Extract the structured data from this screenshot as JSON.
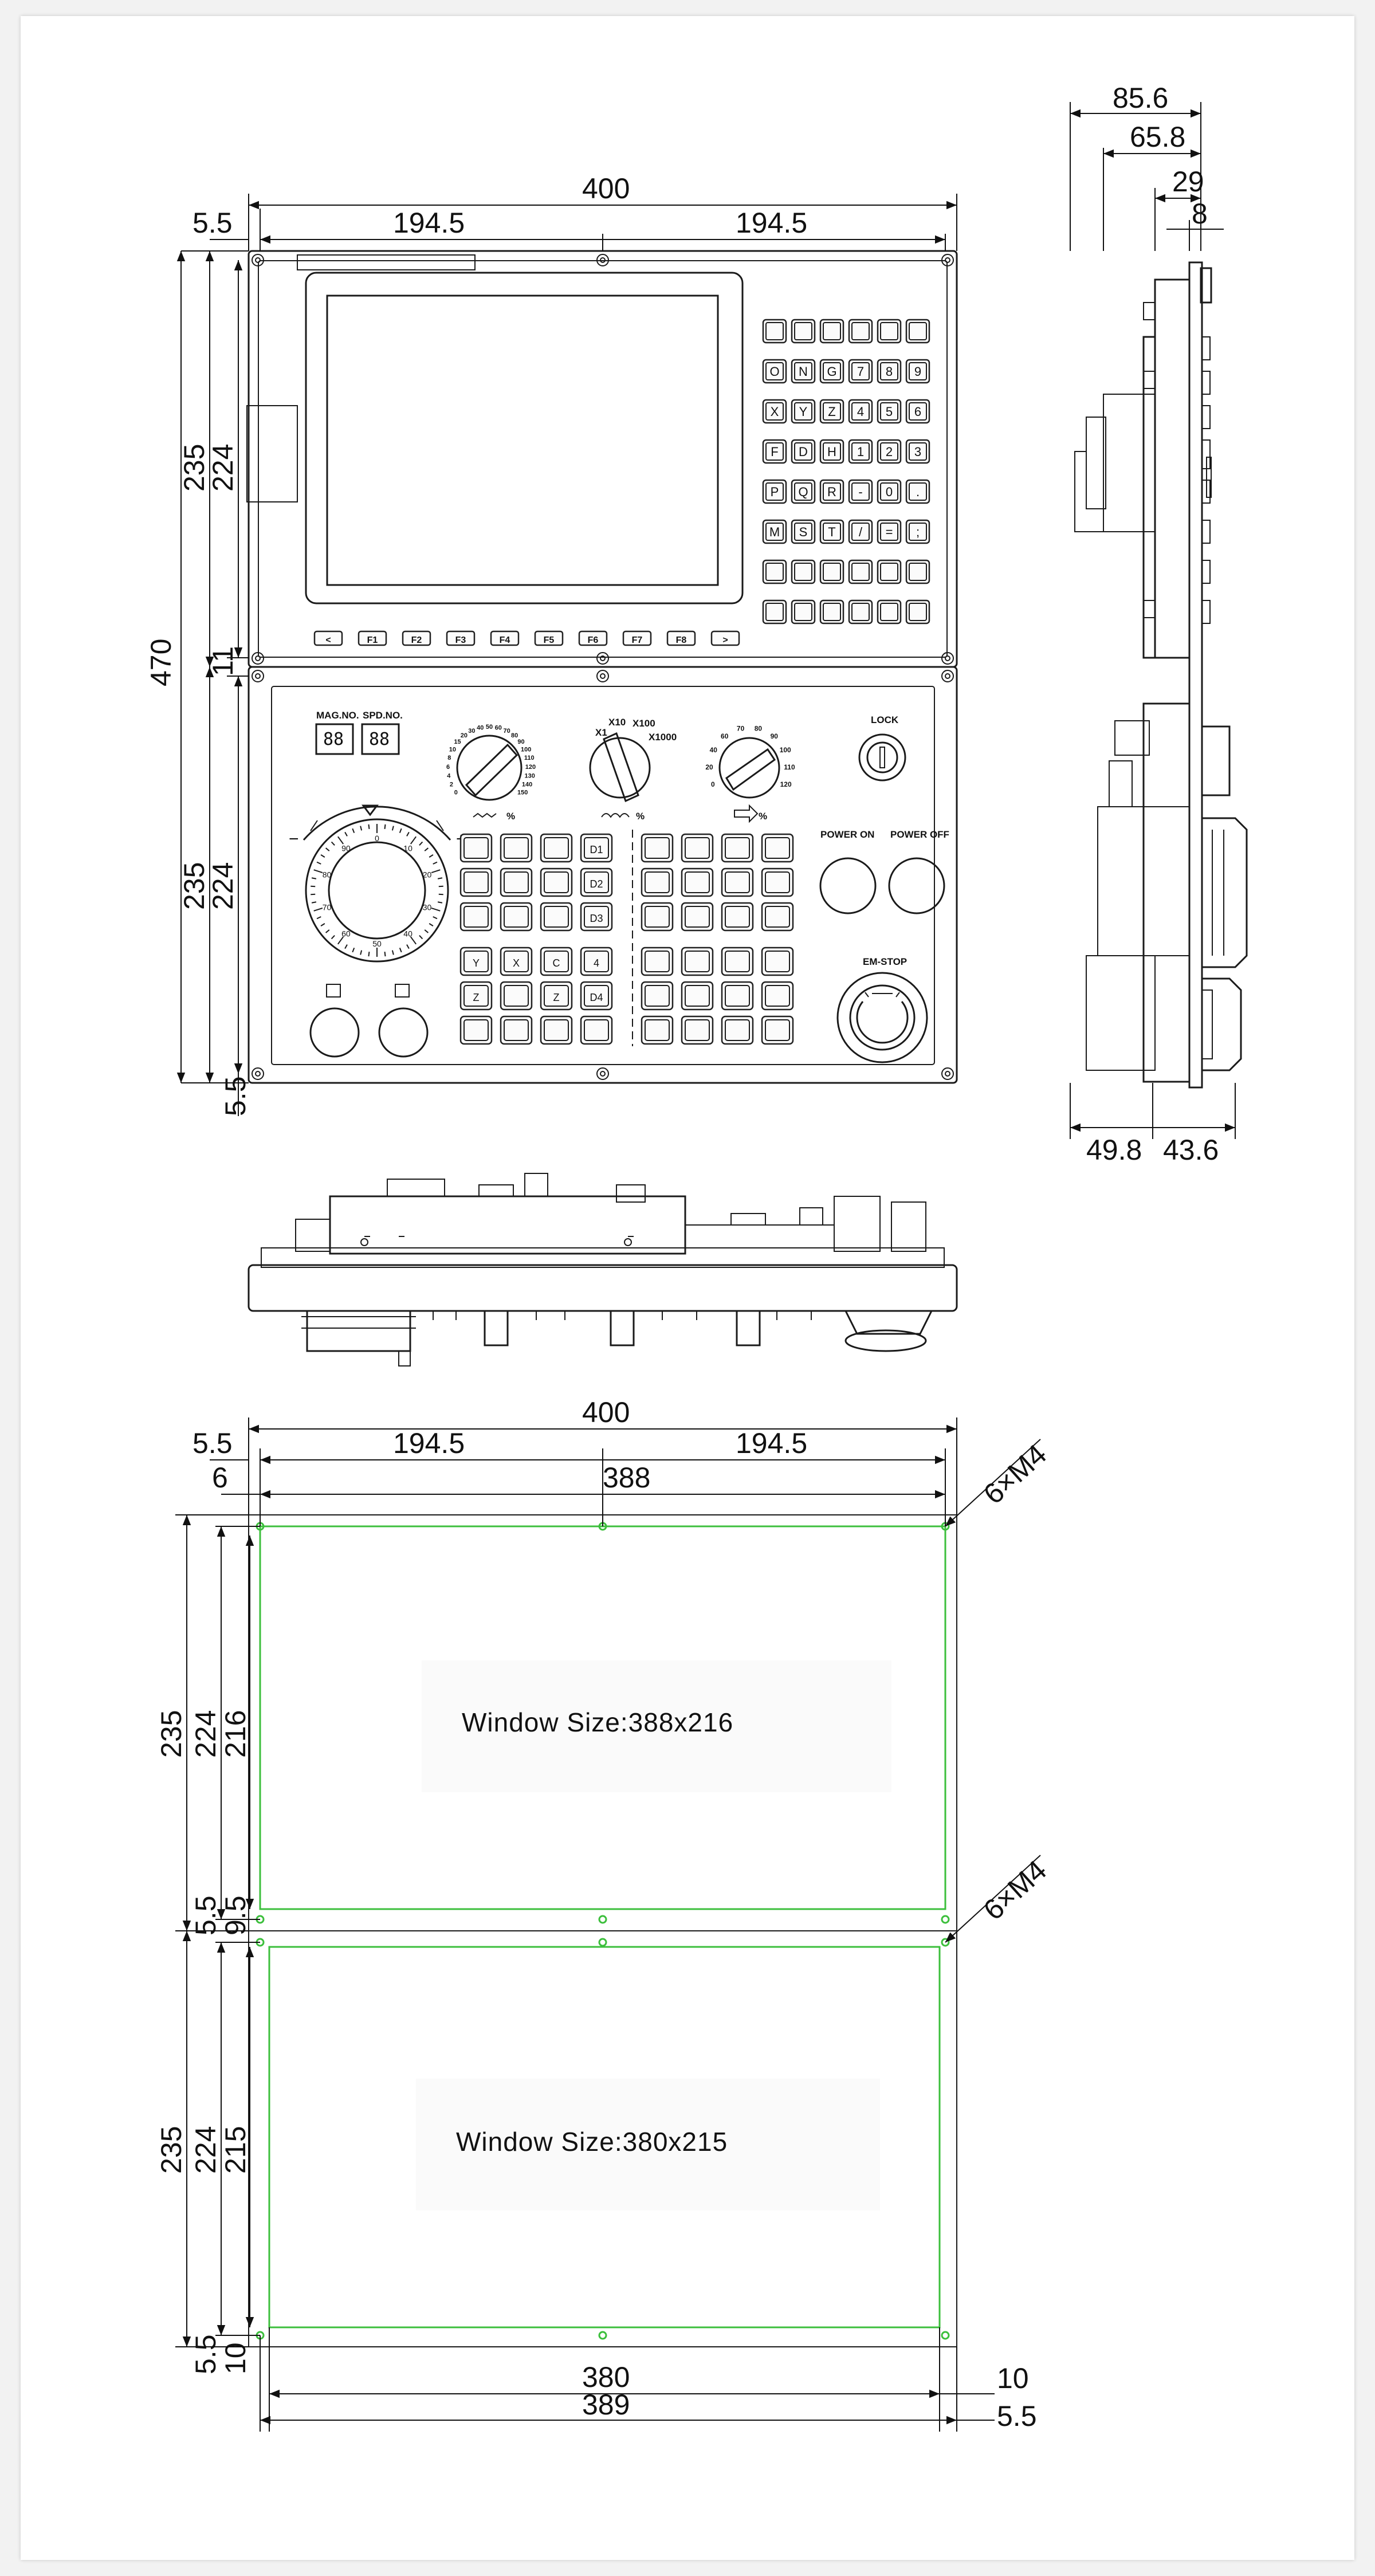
{
  "front_view": {
    "dims": {
      "total_width": "400",
      "margin_left": "5.5",
      "half_left": "194.5",
      "half_right": "194.5",
      "total_height": "470",
      "upper_height": "235",
      "upper_inner": "224",
      "gap": "11",
      "lower_height": "235",
      "lower_inner": "224",
      "bottom_margin": "5.5"
    },
    "softkeys": [
      "<",
      "F1",
      "F2",
      "F3",
      "F4",
      "F5",
      "F6",
      "F7",
      "F8",
      ">"
    ],
    "keypad_rows": [
      [
        "",
        "",
        "",
        "",
        "",
        ""
      ],
      [
        "O",
        "N",
        "G",
        "7",
        "8",
        "9"
      ],
      [
        "X",
        "Y",
        "Z",
        "4",
        "5",
        "6"
      ],
      [
        "F",
        "D",
        "H",
        "1",
        "2",
        "3"
      ],
      [
        "P",
        "Q",
        "R",
        "-",
        "0",
        "."
      ],
      [
        "M",
        "S",
        "T",
        "/",
        "=",
        ";"
      ],
      [
        "",
        "",
        "",
        "",
        "",
        ""
      ],
      [
        "",
        "",
        "",
        "",
        "",
        ""
      ]
    ],
    "labels": {
      "mag_no": "MAG.NO.",
      "spd_no": "SPD.NO.",
      "seg_display": "88",
      "lock": "LOCK",
      "power_on": "POWER ON",
      "power_off": "POWER OFF",
      "em_stop": "EM-STOP",
      "percent": "%"
    },
    "mpg_scale": [
      "0",
      "10",
      "20",
      "30",
      "40",
      "50",
      "60",
      "70",
      "80",
      "90"
    ],
    "knob_scale_1": [
      "0",
      "2",
      "4",
      "6",
      "8",
      "10",
      "15",
      "20",
      "30",
      "40",
      "50",
      "60",
      "70",
      "80",
      "90",
      "100",
      "110",
      "120",
      "130",
      "140",
      "150"
    ],
    "knob_scale_2": [
      "X1",
      "X10",
      "X100",
      "X1000"
    ],
    "knob_scale_3": [
      "0",
      "20",
      "40",
      "60",
      "70",
      "80",
      "90",
      "100",
      "110",
      "120"
    ],
    "op_keys_left": [
      [
        "",
        "",
        "",
        "D1"
      ],
      [
        "",
        "",
        "",
        "D2"
      ],
      [
        "",
        "",
        "",
        "D3"
      ],
      [
        "Y",
        "X",
        "C",
        "4"
      ],
      [
        "Z",
        "",
        "Z",
        "D4"
      ],
      [
        "",
        "",
        "",
        ""
      ]
    ]
  },
  "side_view": {
    "dims": {
      "depth_total": "85.6",
      "depth_mid": "65.8",
      "depth_small": "29",
      "panel_thickness": "8",
      "bottom_left": "49.8",
      "bottom_right": "43.6"
    }
  },
  "cutout_view": {
    "dims": {
      "total_width": "400",
      "margin_left": "5.5",
      "half_left": "194.5",
      "half_right": "194.5",
      "hole_offset": "6",
      "hole_span": "388",
      "holes_upper": "6×M4",
      "holes_lower": "6×M4",
      "upper_height": "235",
      "upper_inner": "224",
      "upper_window_h": "216",
      "gap_a": "5.5",
      "gap_b": "9.5",
      "lower_height": "235",
      "lower_inner": "224",
      "lower_window_h": "215",
      "bottom_a": "5.5",
      "bottom_b": "10",
      "lower_window_w": "380",
      "right_offset": "10",
      "lower_span": "389",
      "right_margin": "5.5"
    },
    "window_upper": "Window Size:388x216",
    "window_lower": "Window Size:380x215"
  }
}
